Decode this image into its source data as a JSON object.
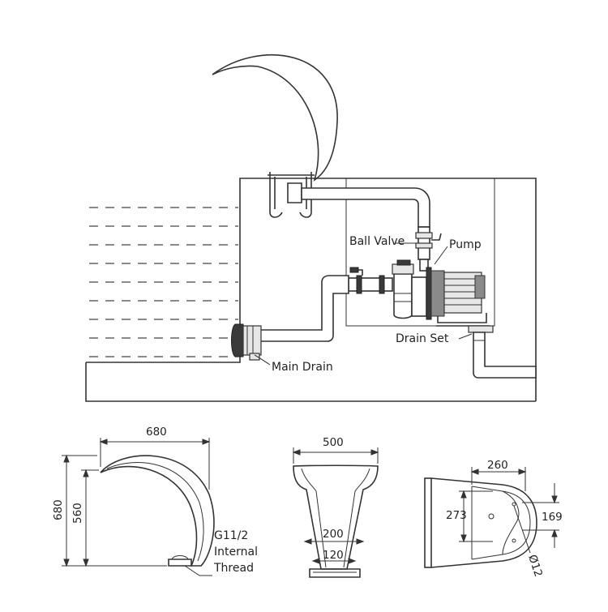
{
  "labels": {
    "ball_valve": "Ball Valve",
    "pump": "Pump",
    "drain_set": "Drain Set",
    "main_drain": "Main Drain",
    "thread_line1": "G11/2",
    "thread_line2": "Internal",
    "thread_line3": "Thread"
  },
  "dimensions": {
    "side_width": "680",
    "side_height": "680",
    "side_inner_height": "560",
    "front_top_width": "500",
    "front_lower_width": "200",
    "front_base_width": "120",
    "top_depth": "260",
    "top_height_outer": "273",
    "top_height_inner": "169",
    "top_hole_diameter": "Ø12"
  }
}
